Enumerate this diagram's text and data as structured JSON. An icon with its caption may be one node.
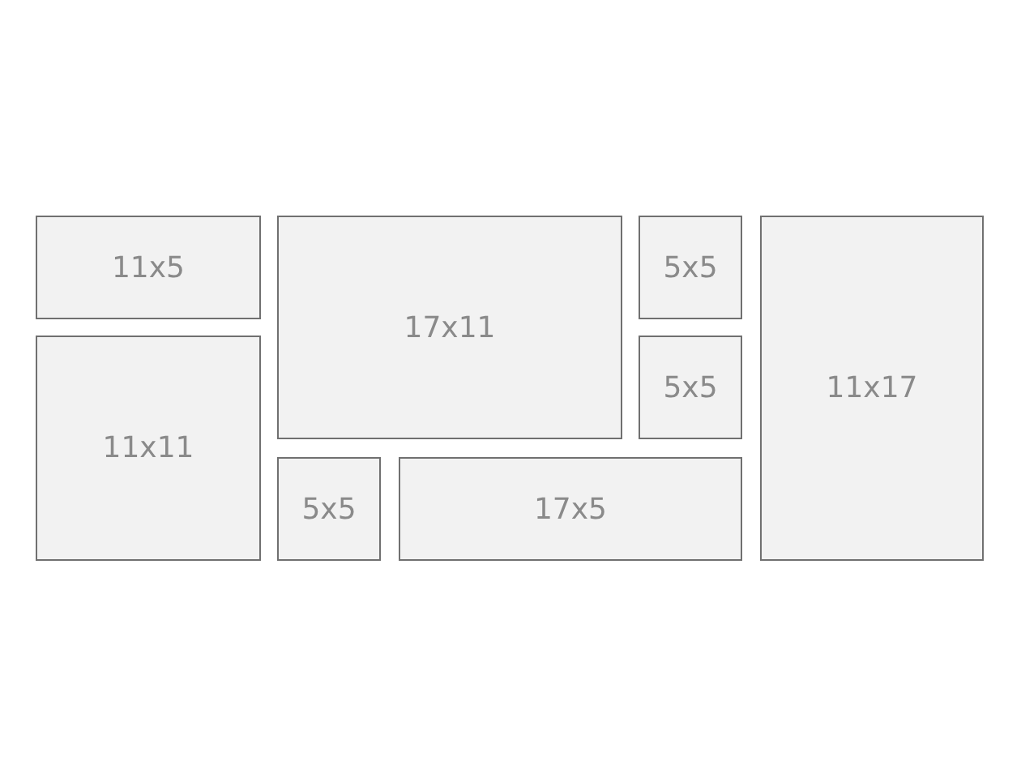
{
  "diagram": {
    "nodes": [
      {
        "text": [
          "11x5"
        ]
      },
      {
        "text": [
          "17x11"
        ]
      },
      {
        "text": [
          "5x5"
        ]
      },
      {
        "text": [
          "11x17"
        ]
      },
      {
        "text": [
          "11x11"
        ]
      },
      {
        "text": [
          "5x5"
        ]
      },
      {
        "text": [
          "5x5"
        ]
      },
      {
        "text": [
          "17x5"
        ]
      }
    ]
  }
}
